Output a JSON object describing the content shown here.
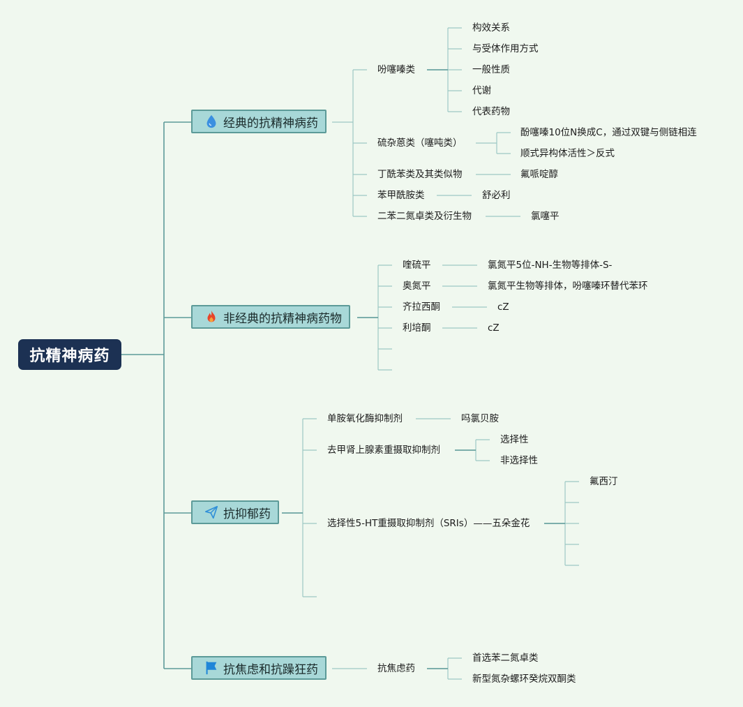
{
  "root": "抗精神病药",
  "branches": {
    "classic": {
      "label": "经典的抗精神病药",
      "icon": "water-drop-icon",
      "items": {
        "phenothiazine": {
          "label": "吩噻嗪类",
          "children": [
            "构效关系",
            "与受体作用方式",
            "一般性质",
            "代谢",
            "代表药物"
          ]
        },
        "thioxanthene": {
          "label": "硫杂蒽类（噻吨类）",
          "children": [
            "酚噻嗪10位N换成C，通过双键与侧链相连",
            "顺式异构体活性＞反式"
          ]
        },
        "butyrophenone": {
          "label": "丁酰苯类及其类似物",
          "children": [
            "氟哌啶醇"
          ]
        },
        "benzamide": {
          "label": "苯甲酰胺类",
          "children": [
            "舒必利"
          ]
        },
        "dibenzodiazepine": {
          "label": "二苯二氮卓类及衍生物",
          "children": [
            "氯噻平"
          ]
        }
      }
    },
    "atypical": {
      "label": "非经典的抗精神病药物",
      "icon": "fire-icon",
      "items": {
        "quetiapine": {
          "label": "喹硫平",
          "children": [
            "氯氮平5位-NH-生物等排体-S-"
          ]
        },
        "olanzapine": {
          "label": "奥氮平",
          "children": [
            "氯氮平生物等排体，吩噻嗪环替代苯环"
          ]
        },
        "ziprasidone": {
          "label": "齐拉西酮",
          "children": [
            "cZ"
          ]
        },
        "risperidone": {
          "label": "利培酮",
          "children": [
            "cZ"
          ]
        }
      }
    },
    "antidepressant": {
      "label": "抗抑郁药",
      "icon": "paper-plane-icon",
      "items": {
        "maoi": {
          "label": "单胺氧化酶抑制剂",
          "children": [
            "吗氯贝胺"
          ]
        },
        "nri": {
          "label": "去甲肾上腺素重摄取抑制剂",
          "children": [
            "选择性",
            "非选择性"
          ]
        },
        "ssri": {
          "label": "选择性5-HT重摄取抑制剂（SRIs）——五朵金花",
          "children": [
            "氟西汀"
          ]
        }
      }
    },
    "anxiolytic": {
      "label": "抗焦虑和抗躁狂药",
      "icon": "flag-icon",
      "items": {
        "anxiolytics": {
          "label": "抗焦虑药",
          "children": [
            "首选苯二氮卓类",
            "新型氮杂螺环癸烷双酮类"
          ]
        }
      }
    }
  },
  "colors": {
    "background": "#f0f8ef",
    "root_fill": "#1c3153",
    "branch_fill": "#a8d8d8",
    "branch_border": "#5c9a98",
    "connector": "#5c9a98",
    "connector_light": "#9cc8c4"
  }
}
